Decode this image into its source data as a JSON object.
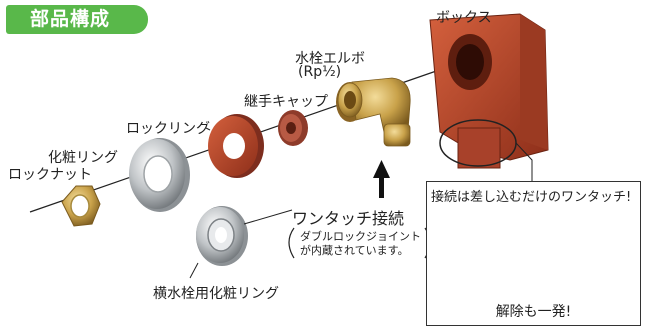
{
  "header": {
    "title": "部品構成"
  },
  "parts": {
    "box": "ボックス",
    "elbow_line1": "水栓エルボ",
    "elbow_line2": "(Rp½)",
    "joint_cap": "継手キャップ",
    "lock_ring": "ロックリング",
    "cosmetic_ring": "化粧リング",
    "lock_nut": "ロックナット",
    "side_faucet_ring": "横水栓用化粧リング"
  },
  "callout": {
    "title": "ワンタッチ接続",
    "note_line1": "ダブルロックジョイント",
    "note_line2": "が内蔵されています。"
  },
  "panel": {
    "title": "接続は差し込むだけのワンタッチ!",
    "footer": "解除も一発!"
  },
  "colors": {
    "accent_green": "#59b84a",
    "box_red": "#b8432a",
    "brass": "#c9a24a",
    "pipe_blue": "#2e7fd1"
  }
}
